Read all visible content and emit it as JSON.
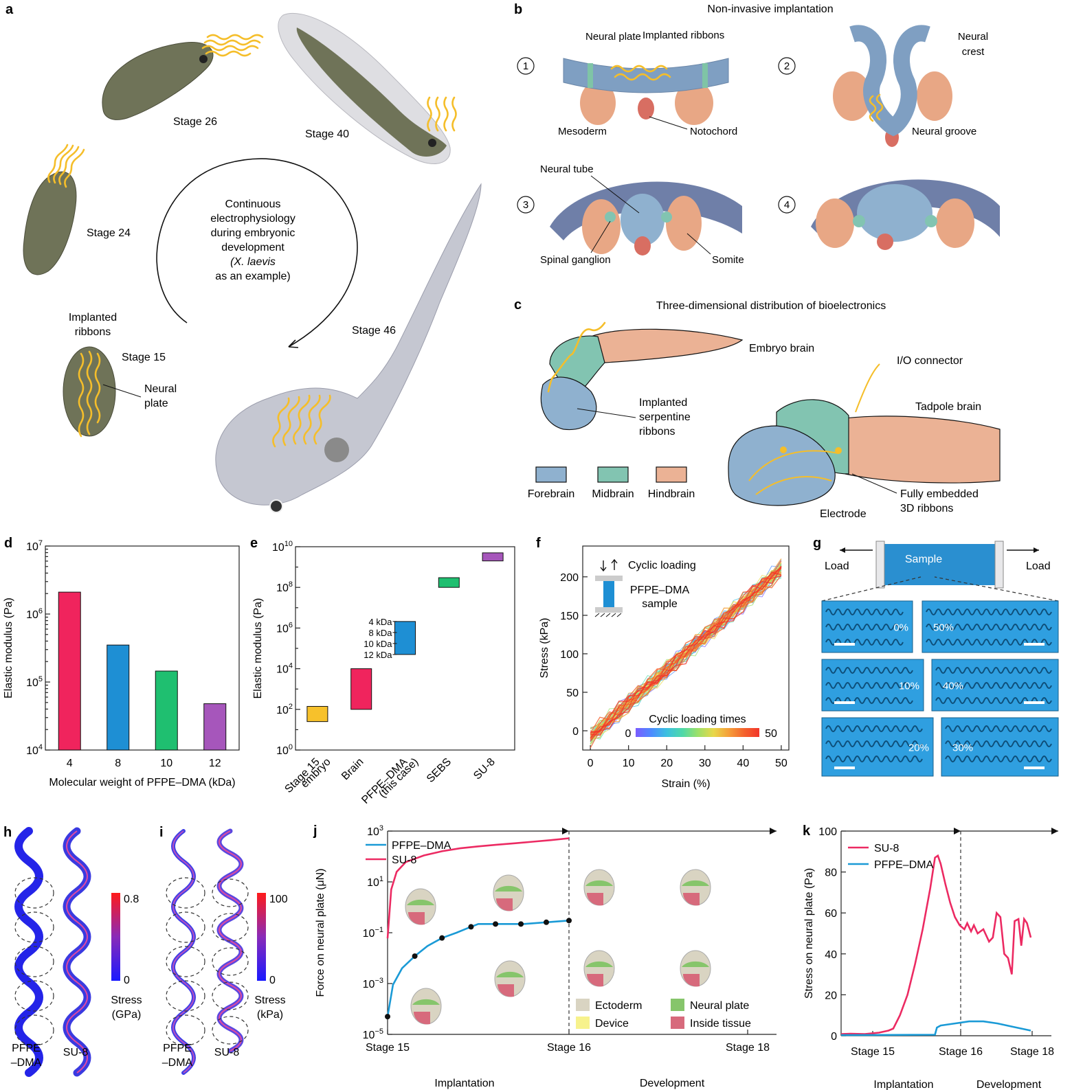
{
  "panel_a": {
    "label": "a",
    "stages": [
      "Stage 26",
      "Stage 40",
      "Stage 24",
      "Stage 46",
      "Stage 15"
    ],
    "cycle_text": [
      "Continuous",
      "electrophysiology",
      "during embryonic",
      "development",
      "(X. laevis",
      "as an example)"
    ],
    "implanted_ribbons": [
      "Implanted",
      "ribbons"
    ],
    "neural_plate": [
      "Neural",
      "plate"
    ]
  },
  "panel_b": {
    "label": "b",
    "title": "Non-invasive implantation",
    "steps": [
      "1",
      "2",
      "3",
      "4"
    ],
    "labels": {
      "neural_plate": "Neural plate",
      "implanted_ribbons": "Implanted ribbons",
      "neural_crest": [
        "Neural",
        "crest"
      ],
      "mesoderm": "Mesoderm",
      "notochord": "Notochord",
      "neural_groove": "Neural groove",
      "neural_tube": "Neural tube",
      "spinal_ganglion": "Spinal ganglion",
      "somite": "Somite"
    }
  },
  "panel_c": {
    "label": "c",
    "title": "Three-dimensional distribution of bioelectronics",
    "embryo_brain": "Embryo brain",
    "implanted_serpentine": [
      "Implanted",
      "serpentine",
      "ribbons"
    ],
    "io_connector": "I/O connector",
    "tadpole_brain": "Tadpole brain",
    "fully_embedded": [
      "Fully embedded",
      "3D ribbons"
    ],
    "electrode": "Electrode",
    "legend": [
      {
        "label": "Forebrain",
        "color": "#8fb1cf"
      },
      {
        "label": "Midbrain",
        "color": "#82c4b1"
      },
      {
        "label": "Hindbrain",
        "color": "#ebb295"
      }
    ]
  },
  "panel_g": {
    "label": "g",
    "sample": "Sample",
    "load_left": "Load",
    "load_right": "Load",
    "strains": [
      "0%",
      "50%",
      "10%",
      "40%",
      "20%",
      "30%"
    ]
  },
  "panel_h": {
    "label": "h",
    "left": [
      "PFPE",
      "–DMA"
    ],
    "right": "SU-8",
    "cbar_max": "0.8",
    "cbar_min": "0",
    "cbar_title": [
      "Stress",
      "(GPa)"
    ]
  },
  "panel_i": {
    "label": "i",
    "left": [
      "PFPE",
      "–DMA"
    ],
    "right": "SU-8",
    "cbar_max": "100",
    "cbar_min": "0",
    "cbar_title": [
      "Stress",
      "(kPa)"
    ]
  },
  "j_legend_tissue": [
    {
      "label": "Ectoderm",
      "color": "#d9d4c2"
    },
    {
      "label": "Neural plate",
      "color": "#86c56b"
    },
    {
      "label": "Device",
      "color": "#f7f28c"
    },
    {
      "label": "Inside tissue",
      "color": "#d76a7c"
    }
  ],
  "chart_data": [
    {
      "id": "d",
      "label": "d",
      "type": "bar",
      "scale": "log",
      "categories": [
        "4",
        "8",
        "10",
        "12"
      ],
      "values": [
        2100000,
        350000,
        145000,
        48000
      ],
      "colors": [
        "#f0245d",
        "#1e8fd4",
        "#1fbf70",
        "#a656bb"
      ],
      "xlabel": "Molecular weight of PFPE–DMA (kDa)",
      "ylabel": "Elastic modulus (Pa)",
      "ylim": [
        10000,
        10000000
      ],
      "yticks": [
        {
          "v": 10000,
          "b": "10",
          "e": "4"
        },
        {
          "v": 100000,
          "b": "10",
          "e": "5"
        },
        {
          "v": 1000000,
          "b": "10",
          "e": "6"
        },
        {
          "v": 10000000,
          "b": "10",
          "e": "7"
        }
      ]
    },
    {
      "id": "e",
      "label": "e",
      "type": "bar",
      "scale": "log",
      "categories": [
        "Stage 15\nembryo",
        "Brain",
        "PFPE–DMA\n(this case)",
        "SEBS",
        "SU-8"
      ],
      "ranges": [
        [
          25,
          140
        ],
        [
          100,
          10000
        ],
        [
          50000,
          2100000
        ],
        [
          100000000,
          300000000
        ],
        [
          2000000000,
          5000000000
        ]
      ],
      "colors": [
        "#f7c12b",
        "#f0245d",
        "#1e8fd4",
        "#1fbf70",
        "#a656bb"
      ],
      "pfpe_annotations": [
        "4 kDa",
        "8 kDa",
        "10 kDa",
        "12 kDa"
      ],
      "ylabel": "Elastic modulus (Pa)",
      "ylim": [
        1,
        10000000000
      ],
      "yticks": [
        {
          "v": 1,
          "b": "10",
          "e": "0"
        },
        {
          "v": 100,
          "b": "10",
          "e": "2"
        },
        {
          "v": 10000,
          "b": "10",
          "e": "4"
        },
        {
          "v": 1000000,
          "b": "10",
          "e": "6"
        },
        {
          "v": 100000000,
          "b": "10",
          "e": "8"
        },
        {
          "v": 10000000000,
          "b": "10",
          "e": "10"
        }
      ]
    },
    {
      "id": "f",
      "label": "f",
      "type": "line",
      "xlabel": "Strain (%)",
      "ylabel": "Stress (kPa)",
      "xlim": [
        -2,
        52
      ],
      "ylim": [
        -25,
        240
      ],
      "xticks": [
        0,
        10,
        20,
        30,
        40,
        50
      ],
      "yticks": [
        0,
        50,
        100,
        150,
        200
      ],
      "inset_text": [
        "Cyclic loading",
        "PFPE–DMA",
        "sample"
      ],
      "colorbar_title": "Cyclic loading times",
      "colorbar_min": "0",
      "colorbar_max": "50",
      "series_count": 50,
      "mean_line": {
        "x": [
          0,
          50
        ],
        "y": [
          -8,
          210
        ]
      }
    },
    {
      "id": "j",
      "label": "j",
      "type": "line",
      "scale": "log",
      "ylabel": "Force on neural plate (μN)",
      "ylim": [
        1e-05,
        1000
      ],
      "yticks": [
        {
          "v": 1e-05,
          "b": "10",
          "e": "−5"
        },
        {
          "v": 0.001,
          "b": "10",
          "e": "−3"
        },
        {
          "v": 0.1,
          "b": "10",
          "e": "−1"
        },
        {
          "v": 10,
          "b": "10",
          "e": "1"
        },
        {
          "v": 1000,
          "b": "10",
          "e": "3"
        }
      ],
      "xticks": [
        "Stage 15",
        "Stage 16",
        "Stage 18"
      ],
      "phases": [
        "Implantation",
        "Development"
      ],
      "series": [
        {
          "name": "PFPE–DMA",
          "color": "#1a9ad6",
          "x": [
            0,
            0.03,
            0.08,
            0.15,
            0.22,
            0.3,
            0.38,
            0.45,
            0.5,
            0.55,
            0.65,
            0.75,
            0.85,
            1.0
          ],
          "y": [
            5e-05,
            0.0009,
            0.004,
            0.012,
            0.03,
            0.062,
            0.1,
            0.16,
            0.22,
            0.22,
            0.22,
            0.22,
            0.25,
            0.3
          ]
        },
        {
          "name": "SU-8",
          "color": "#ec2a62",
          "x": [
            0,
            0.02,
            0.05,
            0.1,
            0.2,
            0.3,
            0.4,
            0.5,
            0.6,
            0.7,
            0.8,
            0.9,
            1.0
          ],
          "y": [
            0.06,
            5,
            25,
            60,
            110,
            160,
            210,
            250,
            290,
            330,
            380,
            440,
            520
          ]
        }
      ],
      "markers_x": [
        0,
        0.3,
        0.6,
        0.92,
        1.19,
        1.47,
        1.75,
        2.0
      ]
    },
    {
      "id": "k",
      "label": "k",
      "type": "line",
      "ylabel": "Stress on neural plate (Pa)",
      "ylim": [
        0,
        100
      ],
      "yticks": [
        0,
        20,
        40,
        60,
        80,
        100
      ],
      "xticks": [
        "Stage 15",
        "Stage 16",
        "Stage 18"
      ],
      "phases": [
        "Implantation",
        "Development"
      ],
      "series": [
        {
          "name": "SU-8",
          "color": "#ec2a62",
          "x": [
            0,
            0.1,
            0.25,
            0.4,
            0.5,
            0.55,
            0.62,
            0.7,
            0.78,
            0.86,
            0.94,
            0.99,
            1.02,
            1.05,
            1.1,
            1.15,
            1.2,
            1.25,
            1.3,
            1.33,
            1.37,
            1.4,
            1.44,
            1.5,
            1.56,
            1.6,
            1.64,
            1.68,
            1.72,
            1.76,
            1.8,
            1.83,
            1.87,
            1.9,
            1.93,
            1.96,
            2.0
          ],
          "y": [
            0.8,
            1.0,
            0.8,
            1.5,
            2.5,
            3.5,
            10,
            20,
            35,
            52,
            72,
            87,
            88,
            84,
            74,
            65,
            58,
            54,
            52,
            55,
            51,
            54,
            50,
            52,
            46,
            48,
            60,
            58,
            40,
            38,
            30,
            56,
            57,
            44,
            57,
            55,
            48
          ]
        },
        {
          "name": "PFPE–DMA",
          "color": "#1a9ad6",
          "x": [
            0,
            0.5,
            0.99,
            1.01,
            1.05,
            1.2,
            1.35,
            1.5,
            1.65,
            1.8,
            2.0
          ],
          "y": [
            0.3,
            0.4,
            0.5,
            4,
            5,
            6,
            7,
            7,
            6,
            4.5,
            2.5
          ]
        }
      ]
    }
  ]
}
